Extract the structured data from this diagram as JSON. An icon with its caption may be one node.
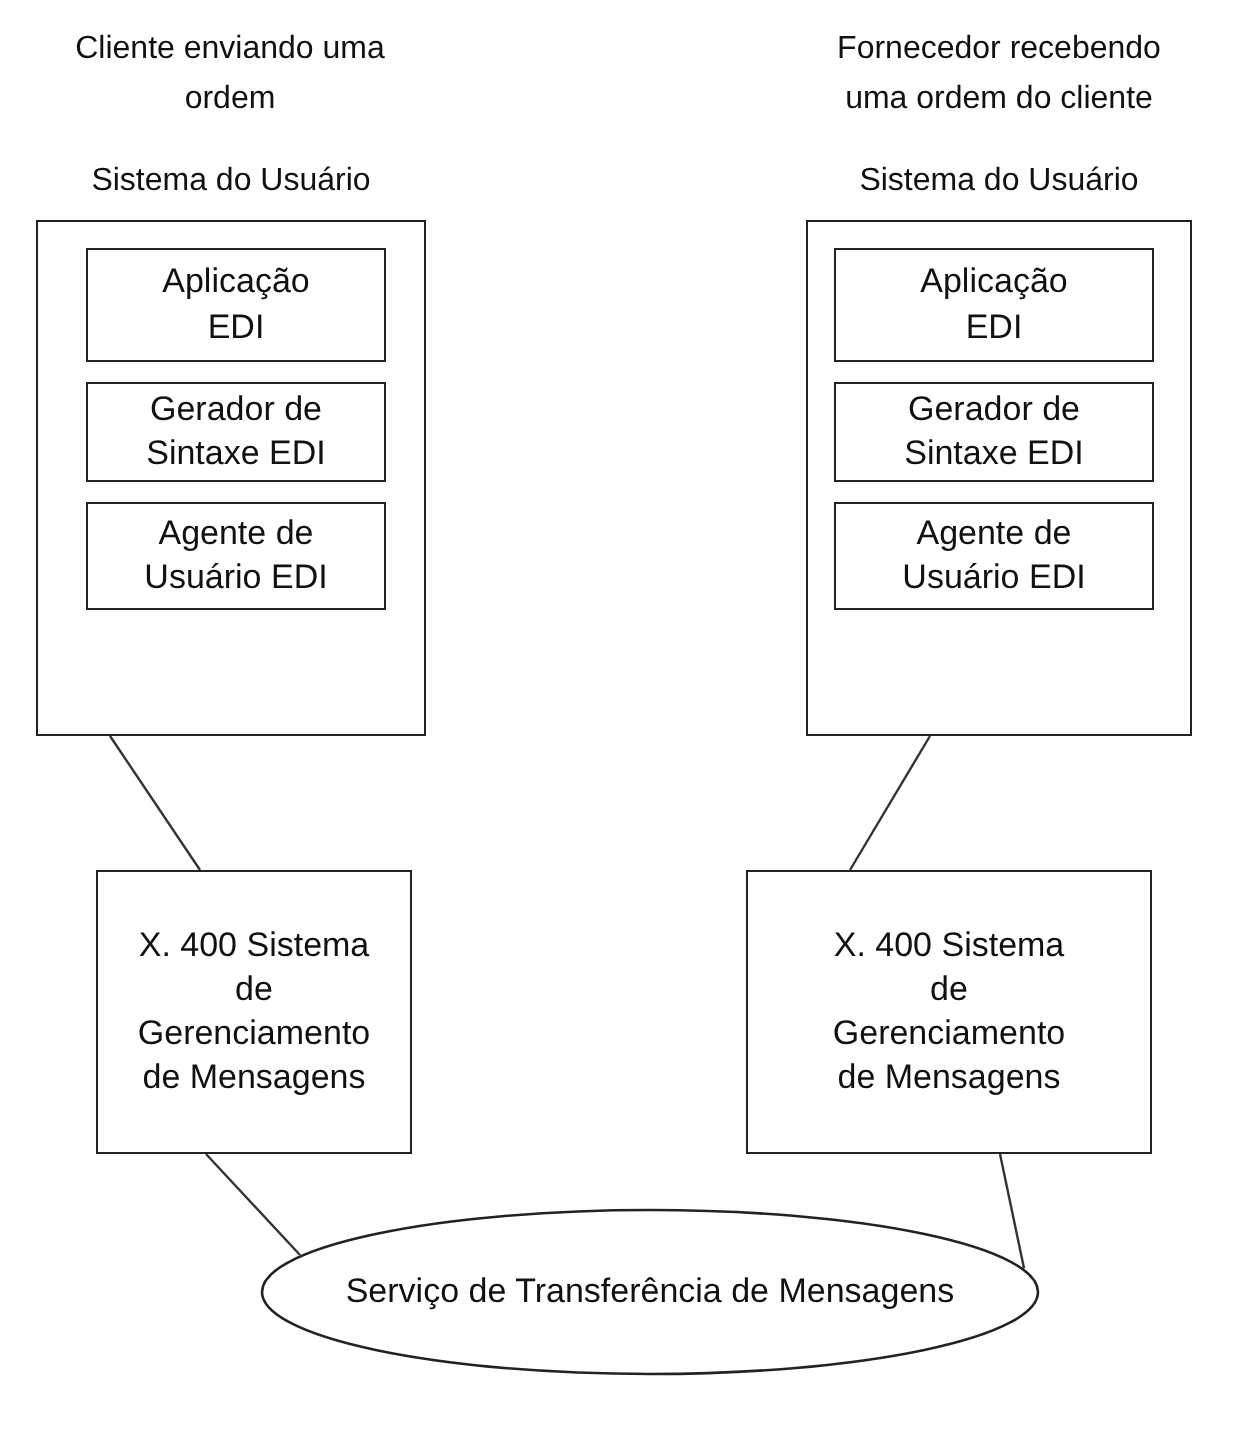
{
  "diagram": {
    "nodes": [
      {
        "text": [
          "Sistema do Usuário"
        ]
      },
      {
        "text": [
          "Aplicação EDI"
        ],
        "in": 0
      },
      {
        "text": [
          "Gerador de Sintaxe EDI"
        ],
        "in": 0
      },
      {
        "text": [
          "Agente de Usuário EDI"
        ],
        "in": 0
      },
      {
        "text": [
          "Sistema do Usuário"
        ]
      },
      {
        "text": [
          "Aplicação EDI"
        ],
        "in": 4
      },
      {
        "text": [
          "Gerador de Sintaxe EDI"
        ],
        "in": 4
      },
      {
        "text": [
          "Agente de Usuário EDI"
        ],
        "in": 4
      },
      {
        "text": [
          "X. 400 Sistema de Gerenciamento de Mensagens"
        ]
      },
      {
        "text": [
          "X. 400 Sistema de Gerenciamento de Mensagens"
        ]
      },
      {
        "text": [
          "Serviço de Transferência de Mensagens"
        ]
      }
    ],
    "edges": [
      {
        "from": 0,
        "to": 8,
        "arrow": "none"
      },
      {
        "from": 4,
        "to": 9,
        "arrow": "none"
      },
      {
        "from": 8,
        "to": 10,
        "arrow": "none"
      },
      {
        "from": 9,
        "to": 10,
        "arrow": "none"
      }
    ],
    "labels": [
      "Cliente enviando uma ordem",
      "Fornecedor recebendo uma ordem do cliente"
    ]
  }
}
